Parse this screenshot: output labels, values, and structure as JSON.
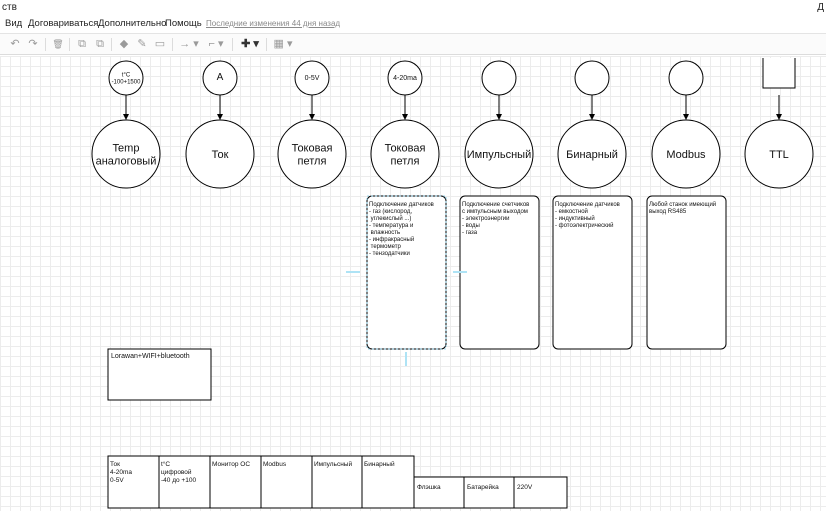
{
  "window": {
    "title": "ств",
    "right_cut": "Д"
  },
  "menu": {
    "items": [
      "Вид",
      "Договариваться",
      "Дополнительно",
      "Помощь"
    ],
    "last_change": "Последние изменения 44 дня назад"
  },
  "toolbar": {
    "undo": "↶",
    "redo": "↷",
    "delete": "🗑",
    "to_front": "⧉",
    "to_back": "⧉",
    "fill": "◆",
    "line_color": "✎",
    "shadow": "▭",
    "connection": "→ ▾",
    "waypoints": "⌐ ▾",
    "insert": "✚ ▾",
    "table": "▦ ▾"
  },
  "diagram": {
    "top_circles": [
      "t°C\n-100+1500",
      "A",
      "0-5V",
      "4-20ma",
      "",
      "",
      "",
      ""
    ],
    "main_circles": [
      "Temp\nаналоговый",
      "Ток",
      "Токовая\nпетля",
      "Токовая\nпетля",
      "Импульсный",
      "Бинарный",
      "Modbus",
      "TTL"
    ],
    "boxes": [
      "Подключение датчиков\n- газ (кислород,\n  углекислый ...)\n- температура и\n  влажность\n- инфракрасный\n  термометр\n- тензодатчики",
      "Подключение счетчиков\nс импульсным выходом\n- электроэнергии\n- воды\n- газа",
      "Подключение датчиков\n- емкостной\n- индуктивный\n- фотоэлектрический",
      "Любой станок имеющий\nвыход RS485"
    ],
    "lorawan_box": "Lorawan+WIFI+bluetooth",
    "bottom_cells": [
      "Ток\n4-20ma\n0-5V",
      "t°C\nцифровой\n-40 до +100",
      "Монитор ОС",
      "Modbus",
      "Импульсный",
      "Бинарный"
    ],
    "bottom_cells2": [
      "Флэшка",
      "Батарейка",
      "220V"
    ]
  }
}
